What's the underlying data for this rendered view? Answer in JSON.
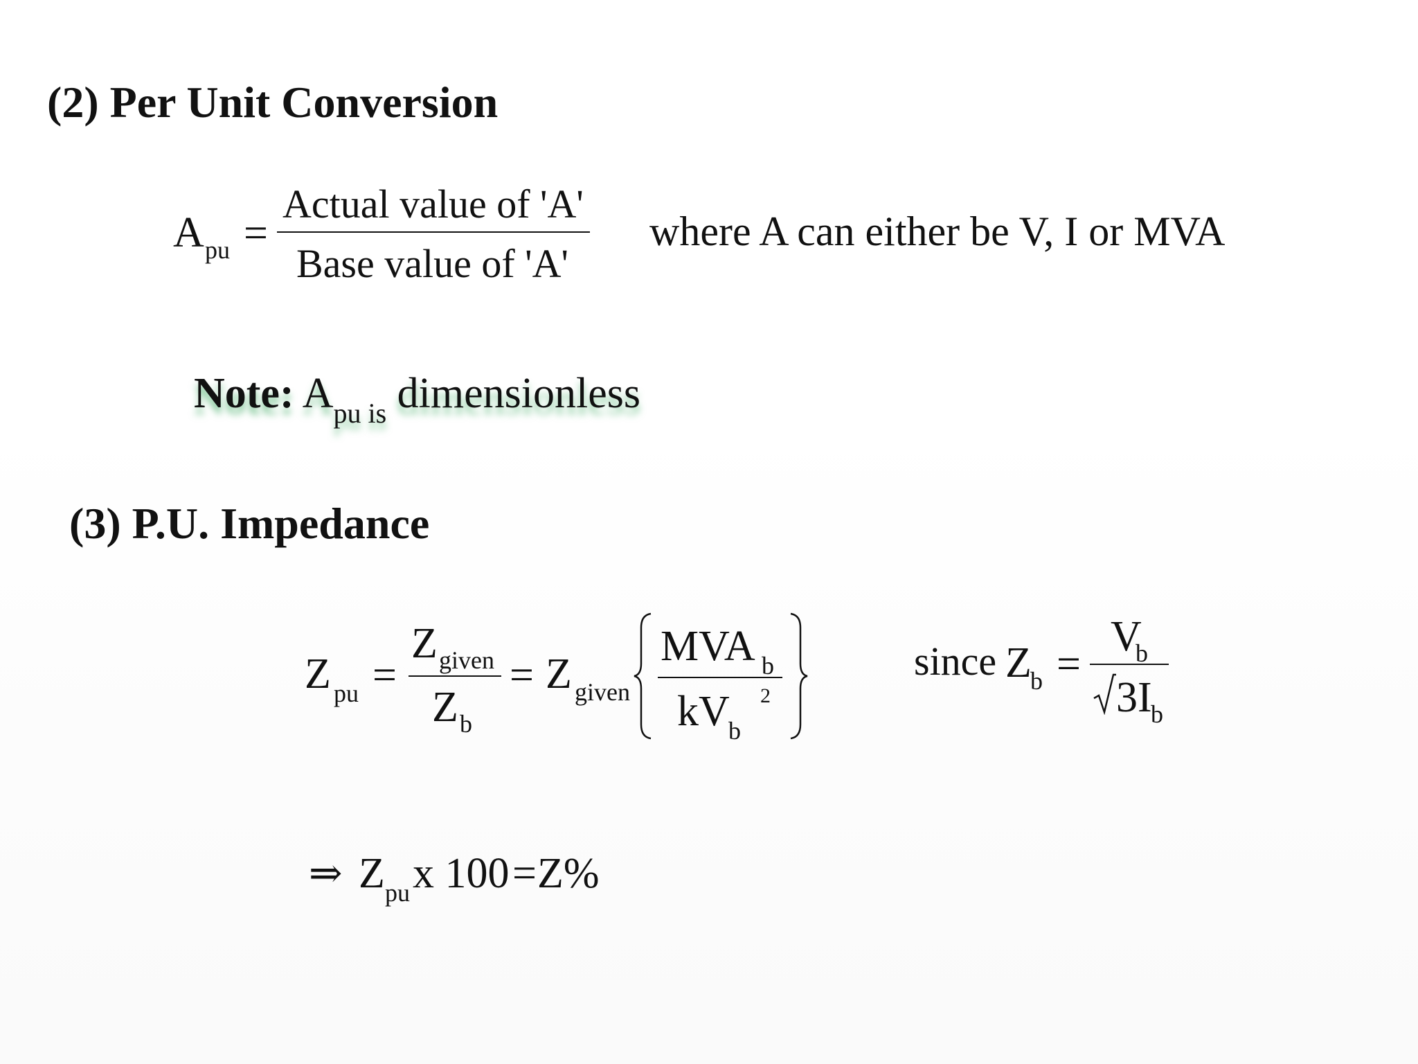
{
  "section2": {
    "heading": "(2) Per Unit Conversion",
    "lhs_symbol": "A",
    "lhs_sub": "pu",
    "equals": "=",
    "numerator": "Actual  value of 'A'",
    "denominator": "Base value of 'A'",
    "explanation": "where A can either be V, I or MVA"
  },
  "note": {
    "label": "Note:",
    "symbol": "A",
    "sub": "pu is",
    "text": "dimensionless"
  },
  "section3": {
    "heading": "(3) P.U. Impedance",
    "z": "Z",
    "pu": "pu",
    "given": "given",
    "b": "b",
    "equals": "=",
    "mva": "MVA",
    "kv": "kV",
    "sq": "2",
    "since": "since",
    "v": "V",
    "sqrt3i": "3I",
    "result_arrow": "⇒",
    "result_x100": "x 100",
    "result_rhs": "Z%"
  }
}
